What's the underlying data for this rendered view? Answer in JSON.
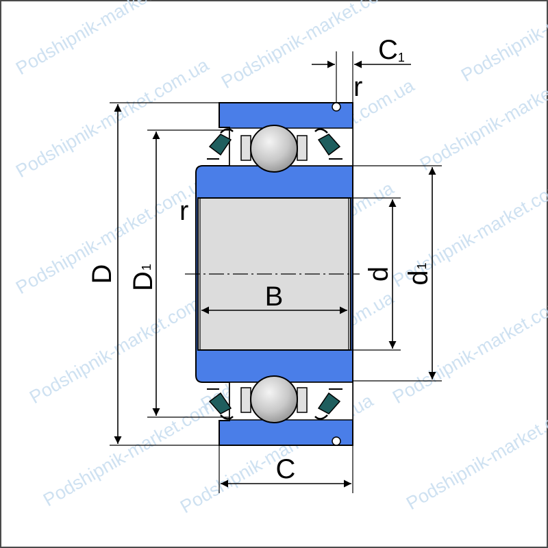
{
  "labels": {
    "D": "D",
    "D1": "D",
    "D1_sub": "1",
    "d": "d",
    "d1": "d",
    "d1_sub": "1",
    "B": "B",
    "C": "C",
    "C1": "C",
    "C1_sub": "1",
    "r_top": "r",
    "r_left": "r"
  },
  "watermark": "Podshipnik-market.com.ua",
  "colors": {
    "ring": "#4a7ee8",
    "bore": "#dcdcdc",
    "seal": "#1f5e5e",
    "ball_highlight": "#f4f4f4",
    "ball_shadow": "#8a8a8a",
    "watermark": "#c6dcef"
  }
}
